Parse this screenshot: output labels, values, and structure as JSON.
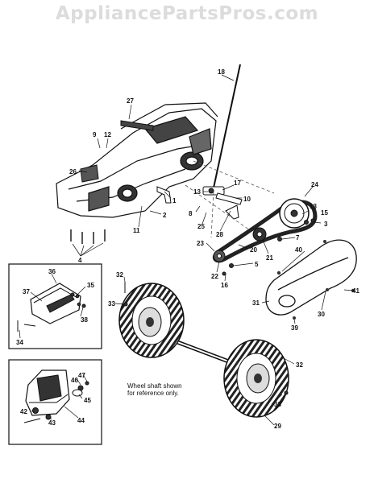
{
  "watermark": "AppliancePartsPros.com",
  "note_lines": [
    "Wheel shaft shown",
    "for reference only."
  ],
  "callouts": {
    "c1": "1",
    "c2": "2",
    "c3": "3",
    "c4": "4",
    "c5": "5",
    "c7": "7",
    "c8": "8",
    "c9": "9",
    "c10": "10",
    "c11": "11",
    "c12": "12",
    "c13a": "13",
    "c13b": "13",
    "c15": "15",
    "c16": "16",
    "c17": "17",
    "c18": "18",
    "c20": "20",
    "c21": "21",
    "c22": "22",
    "c23": "23",
    "c24": "24",
    "c25": "25",
    "c26": "26",
    "c27": "27",
    "c28": "28",
    "c29": "29",
    "c30": "30",
    "c31": "31",
    "c32a": "32",
    "c32b": "32",
    "c33a": "33",
    "c33b": "33",
    "c34": "34",
    "c35": "35",
    "c36": "36",
    "c37": "37",
    "c38": "38",
    "c39": "39",
    "c40": "40",
    "c41": "41",
    "c42": "42",
    "c43": "43",
    "c44": "44",
    "c45": "45",
    "c46": "46",
    "c47": "47"
  }
}
